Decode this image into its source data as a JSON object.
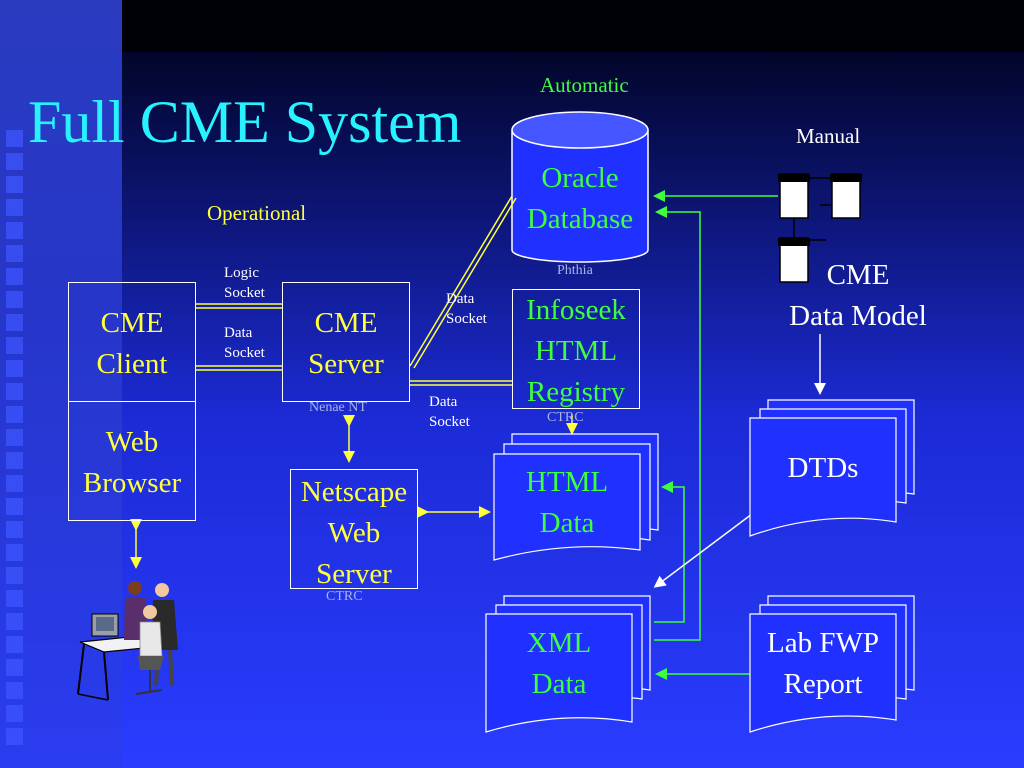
{
  "title": "Full CME System",
  "labels": {
    "automatic": "Automatic",
    "manual": "Manual",
    "operational": "Operational",
    "logic_socket": [
      "Logic",
      "Socket"
    ],
    "data_socket_1": [
      "Data",
      "Socket"
    ],
    "data_socket_2": [
      "Data",
      "Socket"
    ],
    "data_socket_3": [
      "Data",
      "Socket"
    ],
    "phthia": "Phthia",
    "nenae_nt": "Nenae NT",
    "ctrc_1": "CTRC",
    "ctrc_2": "CTRC"
  },
  "nodes": {
    "cme_client": [
      "CME",
      "Client"
    ],
    "web_browser": [
      "Web",
      "Browser"
    ],
    "cme_server": [
      "CME",
      "Server"
    ],
    "netscape_web_server": [
      "Netscape",
      "Web",
      "Server"
    ],
    "oracle_database": [
      "Oracle",
      "Database"
    ],
    "infoseek_html_registry": [
      "Infoseek",
      "HTML",
      "Registry"
    ],
    "html_data": [
      "HTML",
      "Data"
    ],
    "xml_data": [
      "XML",
      "Data"
    ],
    "cme_data_model": [
      "CME",
      "Data Model"
    ],
    "dtds": "DTDs",
    "lab_fwp_report": [
      "Lab FWP",
      "Report"
    ]
  },
  "colors": {
    "title": "#29f2ff",
    "green": "#3dff3d",
    "yellow": "#ffff3d",
    "white": "#ffffff",
    "node_fill": "#1f30ff"
  },
  "icons": [
    "office-workers-clipart",
    "data-model-tables-icon"
  ]
}
